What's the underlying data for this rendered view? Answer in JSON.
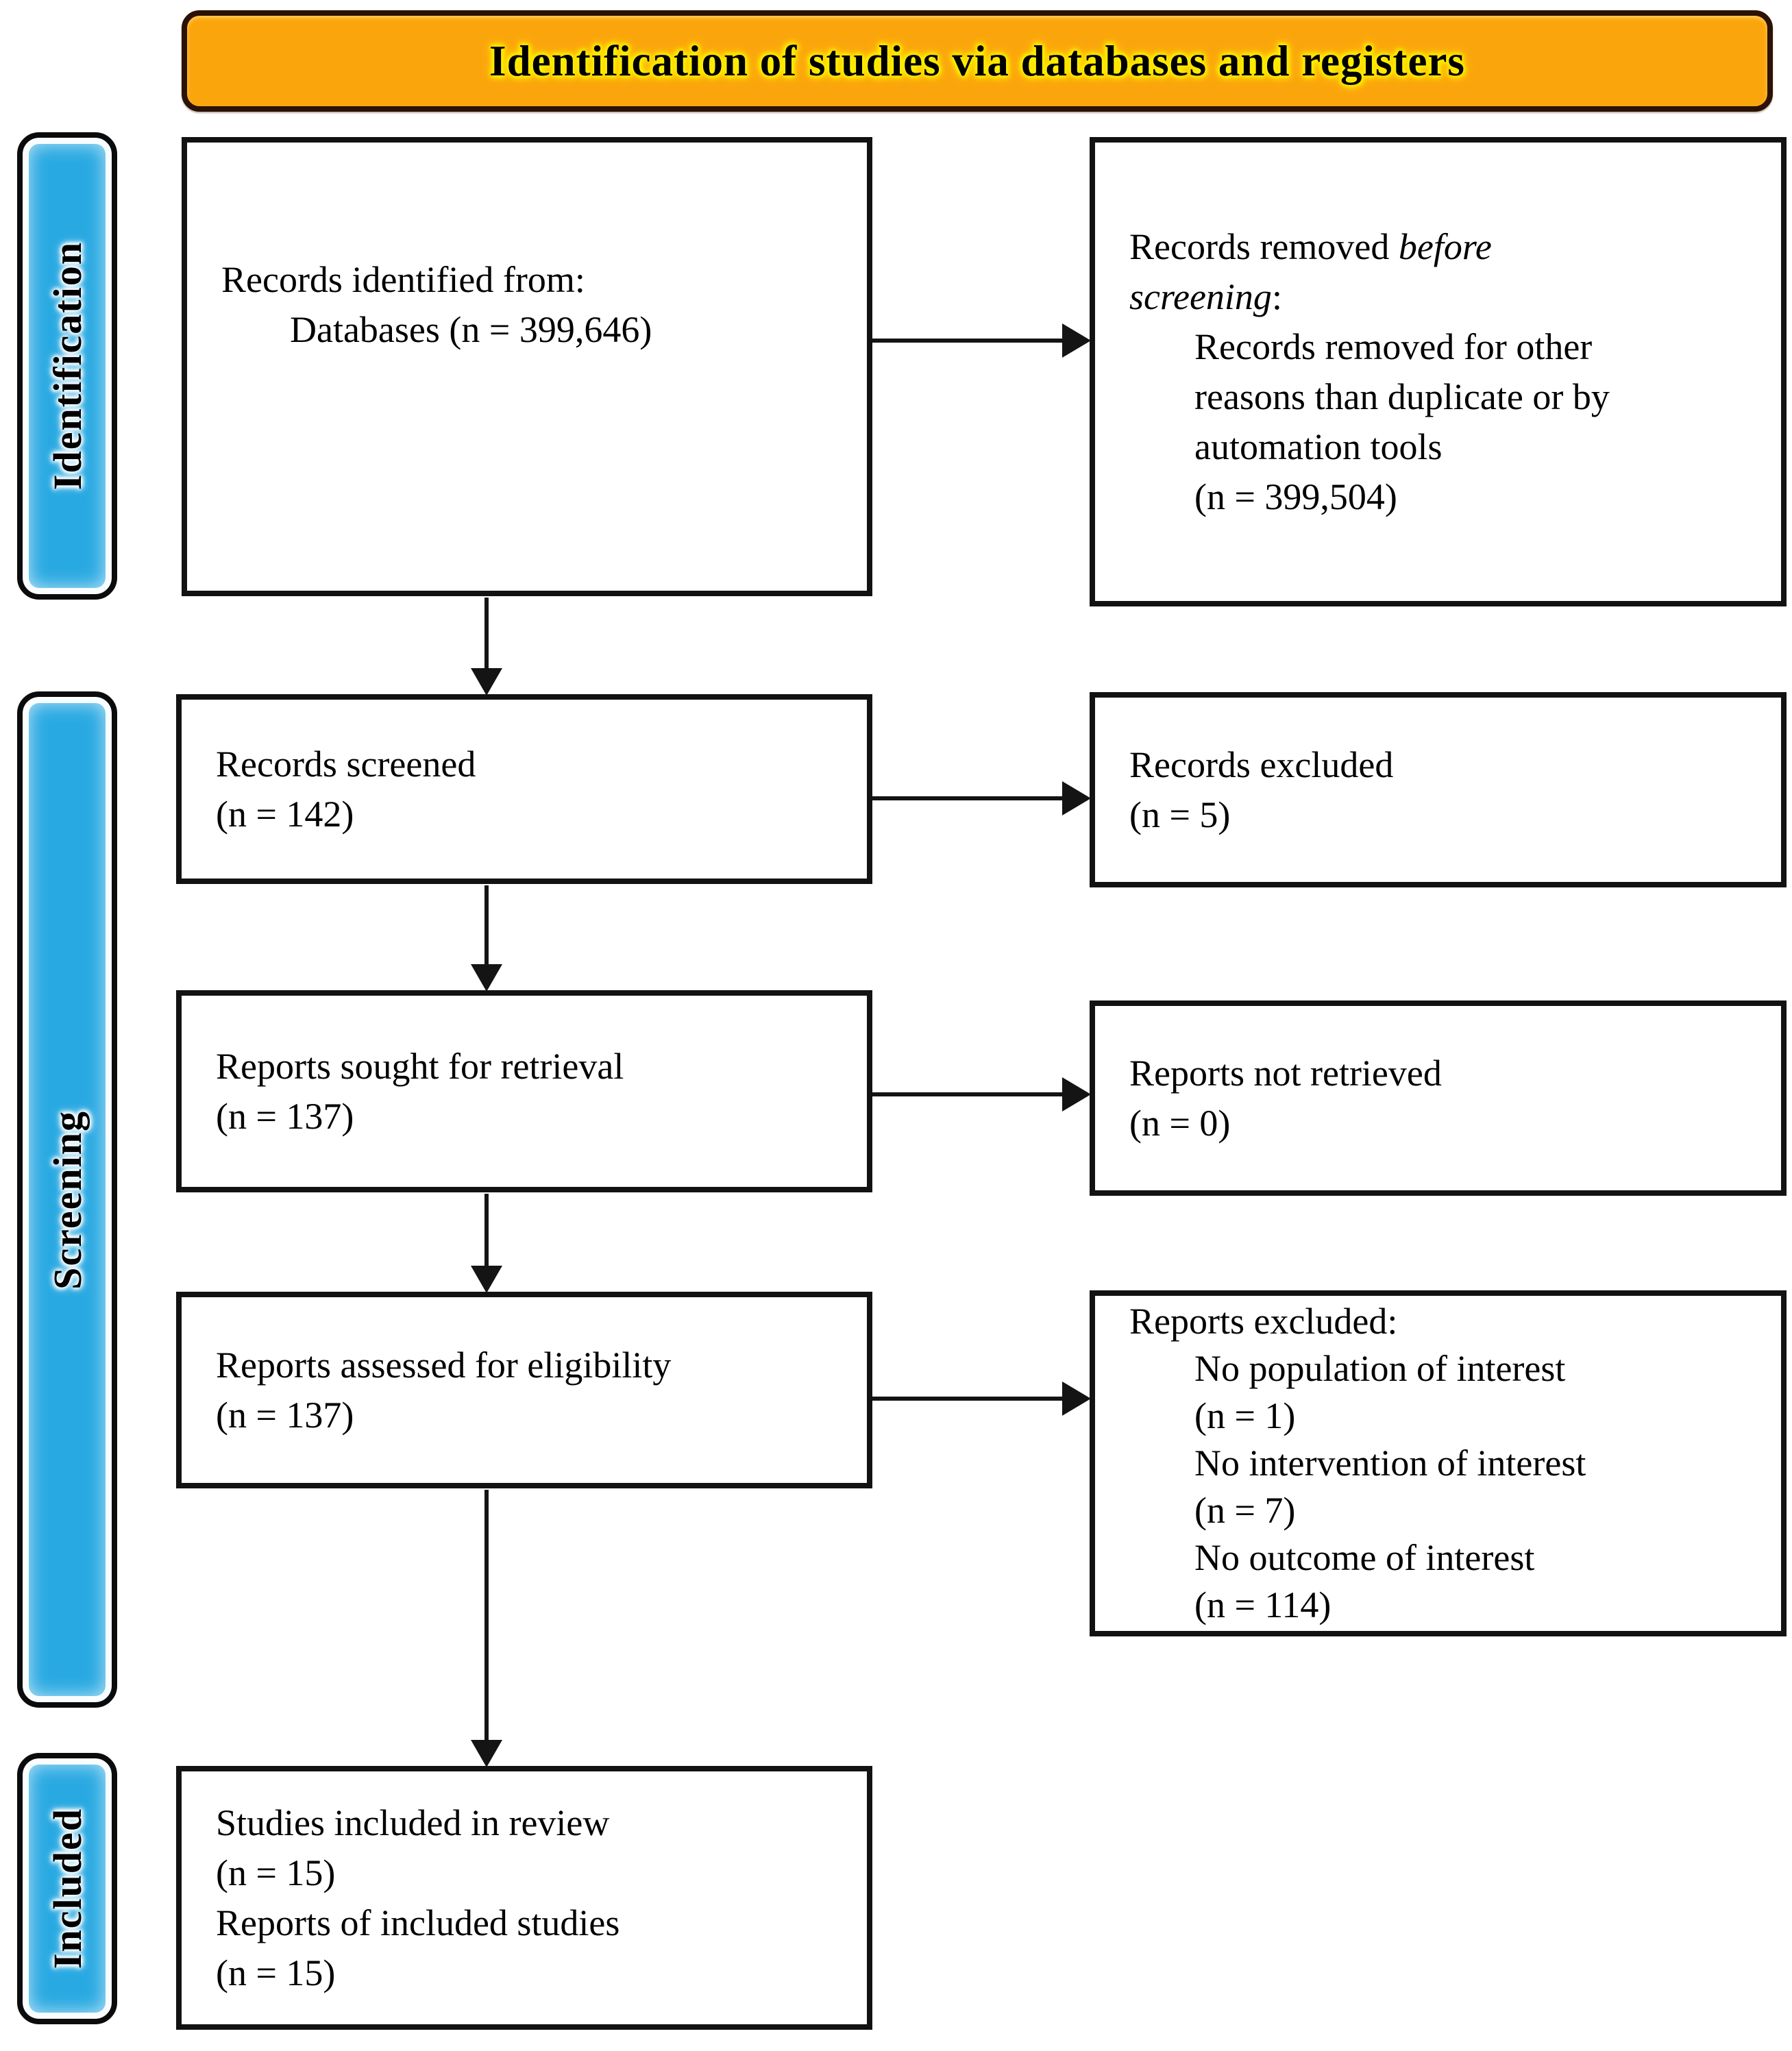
{
  "banner": {
    "label": "Identification of studies via databases and registers"
  },
  "sidebar": {
    "identification": {
      "label": "Identification"
    },
    "screening": {
      "label": "Screening"
    },
    "included": {
      "label": "Included"
    }
  },
  "colors": {
    "banner_fill": "#FBA50D",
    "banner_border": "#2B1205",
    "banner_glow": "#FFF200",
    "sidebar_fill": "#29A9E2",
    "box_border": "#121212",
    "text": "#000000"
  },
  "boxes": {
    "records_identified": {
      "lines": [
        {
          "indent": false,
          "segments": [
            {
              "t": "Records identified from:",
              "i": false
            }
          ]
        },
        {
          "indent": true,
          "segments": [
            {
              "t": "Databases (n = 399,646)",
              "i": false
            }
          ]
        }
      ]
    },
    "records_removed": {
      "lines": [
        {
          "indent": false,
          "segments": [
            {
              "t": "Records removed ",
              "i": false
            },
            {
              "t": "before",
              "i": true
            }
          ]
        },
        {
          "indent": false,
          "segments": [
            {
              "t": "screening",
              "i": true
            },
            {
              "t": ":",
              "i": false
            }
          ]
        },
        {
          "indent": true,
          "segments": [
            {
              "t": "Records removed for other",
              "i": false
            }
          ]
        },
        {
          "indent": true,
          "segments": [
            {
              "t": "reasons than duplicate or by",
              "i": false
            }
          ]
        },
        {
          "indent": true,
          "segments": [
            {
              "t": "automation tools",
              "i": false
            }
          ]
        },
        {
          "indent": true,
          "segments": [
            {
              "t": "(n = 399,504)",
              "i": false
            }
          ]
        }
      ]
    },
    "records_screened": {
      "lines": [
        {
          "indent": false,
          "segments": [
            {
              "t": "Records screened",
              "i": false
            }
          ]
        },
        {
          "indent": false,
          "segments": [
            {
              "t": "(n = 142)",
              "i": false
            }
          ]
        }
      ]
    },
    "records_excluded": {
      "lines": [
        {
          "indent": false,
          "segments": [
            {
              "t": "Records excluded",
              "i": false
            }
          ]
        },
        {
          "indent": false,
          "segments": [
            {
              "t": "(n = 5)",
              "i": false
            }
          ]
        }
      ]
    },
    "reports_sought": {
      "lines": [
        {
          "indent": false,
          "segments": [
            {
              "t": "Reports sought for retrieval",
              "i": false
            }
          ]
        },
        {
          "indent": false,
          "segments": [
            {
              "t": "(n = 137)",
              "i": false
            }
          ]
        }
      ]
    },
    "reports_not_retrieved": {
      "lines": [
        {
          "indent": false,
          "segments": [
            {
              "t": "Reports not retrieved",
              "i": false
            }
          ]
        },
        {
          "indent": false,
          "segments": [
            {
              "t": "(n = 0)",
              "i": false
            }
          ]
        }
      ]
    },
    "reports_assessed": {
      "lines": [
        {
          "indent": false,
          "segments": [
            {
              "t": "Reports assessed for eligibility",
              "i": false
            }
          ]
        },
        {
          "indent": false,
          "segments": [
            {
              "t": "(n = 137)",
              "i": false
            }
          ]
        }
      ]
    },
    "reports_excluded": {
      "lines": [
        {
          "indent": false,
          "segments": [
            {
              "t": "Reports excluded:",
              "i": false
            }
          ]
        },
        {
          "indent": true,
          "segments": [
            {
              "t": "No population of interest",
              "i": false
            }
          ]
        },
        {
          "indent": true,
          "segments": [
            {
              "t": "(n = 1)",
              "i": false
            }
          ]
        },
        {
          "indent": true,
          "segments": [
            {
              "t": "No intervention of interest",
              "i": false
            }
          ]
        },
        {
          "indent": true,
          "segments": [
            {
              "t": "(n = 7)",
              "i": false
            }
          ]
        },
        {
          "indent": true,
          "segments": [
            {
              "t": "No outcome of interest",
              "i": false
            }
          ]
        },
        {
          "indent": true,
          "segments": [
            {
              "t": "(n = 114)",
              "i": false
            }
          ]
        }
      ]
    },
    "studies_included": {
      "lines": [
        {
          "indent": false,
          "segments": [
            {
              "t": "Studies included in review",
              "i": false
            }
          ]
        },
        {
          "indent": false,
          "segments": [
            {
              "t": "(n = 15)",
              "i": false
            }
          ]
        },
        {
          "indent": false,
          "segments": [
            {
              "t": "Reports of included studies",
              "i": false
            }
          ]
        },
        {
          "indent": false,
          "segments": [
            {
              "t": "(n = 15)",
              "i": false
            }
          ]
        }
      ]
    }
  }
}
